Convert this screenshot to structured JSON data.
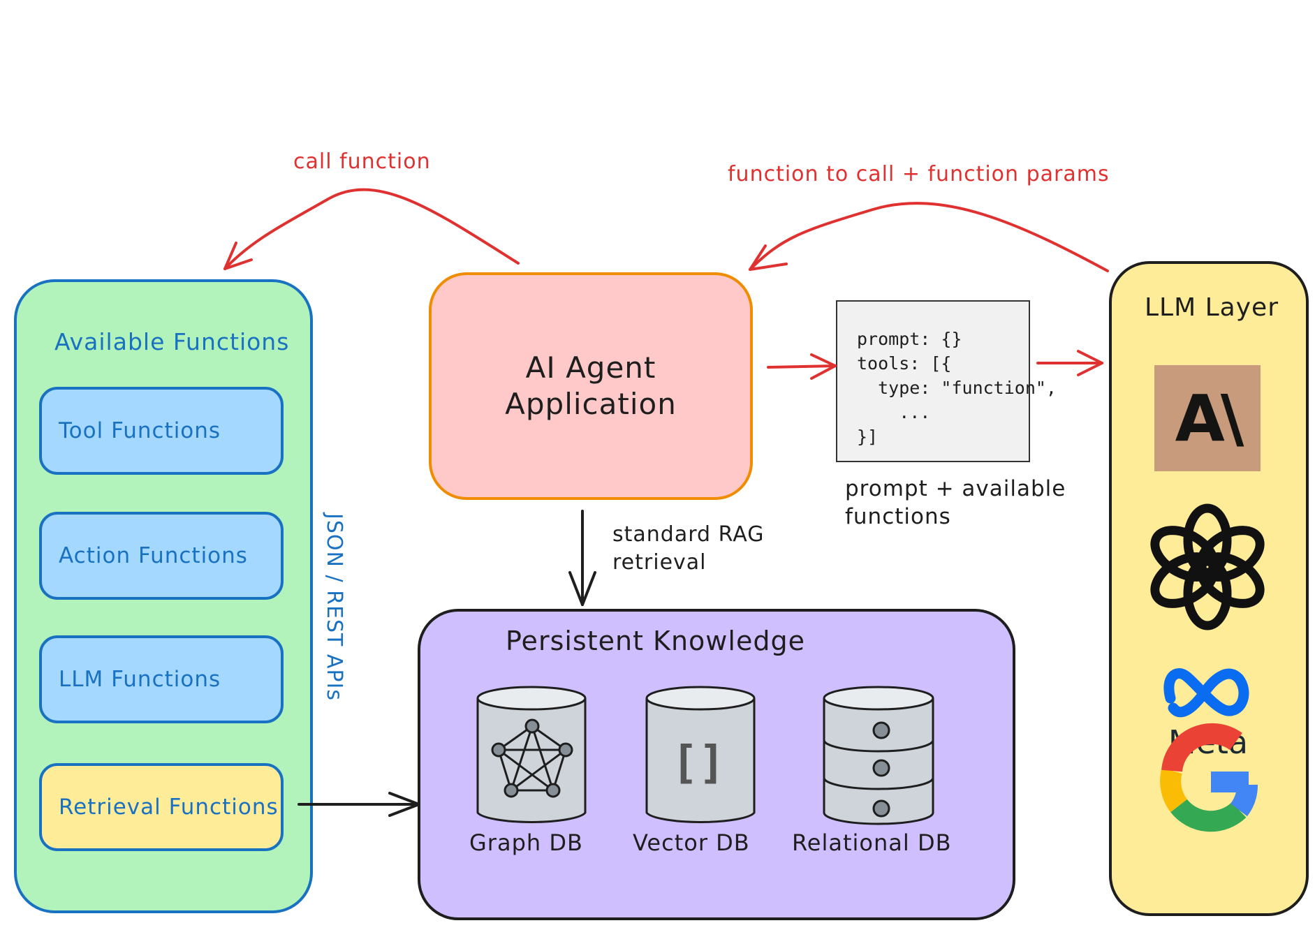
{
  "functions_panel": {
    "title": "Available Functions",
    "items": [
      {
        "label": "Tool Functions"
      },
      {
        "label": "Action Functions"
      },
      {
        "label": "LLM Functions"
      },
      {
        "label": "Retrieval Functions"
      }
    ],
    "side_label": "JSON / REST APIs"
  },
  "agent": {
    "line1": "AI Agent",
    "line2": "Application"
  },
  "code_box": {
    "lines": [
      "prompt: {}",
      "tools: [{",
      "  type: \"function\",",
      "    ...",
      "}]"
    ],
    "caption_line1": "prompt + available",
    "caption_line2": "functions"
  },
  "llm_layer": {
    "title": "LLM Layer",
    "logos": [
      {
        "icon": "anthropic-logo-icon",
        "text": "A\\"
      },
      {
        "icon": "openai-logo-icon"
      },
      {
        "icon": "meta-logo-icon",
        "text": "Meta"
      },
      {
        "icon": "google-logo-icon"
      }
    ]
  },
  "knowledge": {
    "title": "Persistent Knowledge",
    "dbs": [
      {
        "label": "Graph DB",
        "icon": "graph-db-icon"
      },
      {
        "label": "Vector DB",
        "icon": "vector-db-icon",
        "glyph": "[]"
      },
      {
        "label": "Relational DB",
        "icon": "relational-db-icon"
      }
    ]
  },
  "arrows": {
    "call_function": "call function",
    "function_to_call": "function to call + function params",
    "rag_line1": "standard RAG",
    "rag_line2": "retrieval"
  },
  "colors": {
    "arrow_red": "#e03131",
    "blue": "#1971c2",
    "green_fill": "#b2f2bb",
    "blue_fill": "#a5d8ff",
    "yellow_fill": "#ffec99",
    "pink_fill": "#ffc9c9",
    "orange": "#f08c00",
    "purple_fill": "#d0bfff"
  }
}
